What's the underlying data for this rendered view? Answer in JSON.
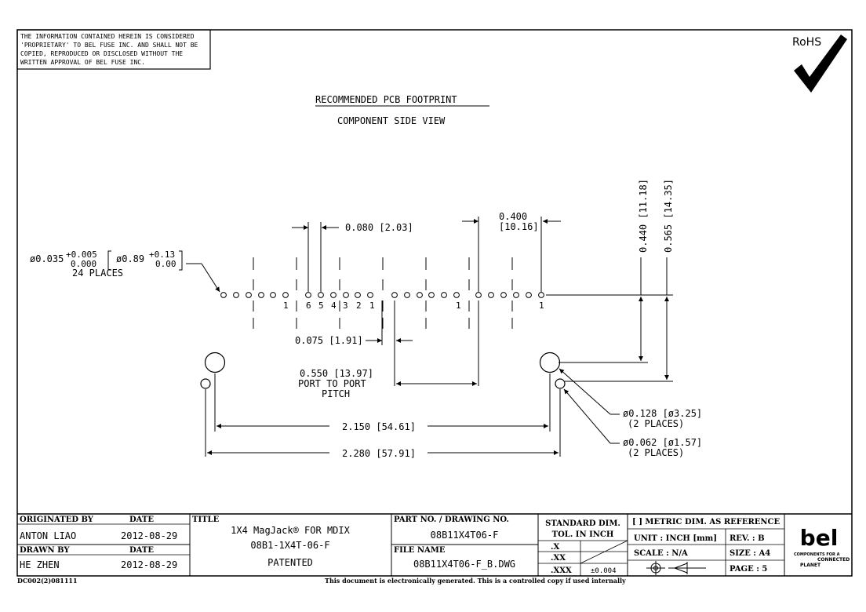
{
  "notice": {
    "lines": [
      "THE INFORMATION CONTAINED HEREIN IS CONSIDERED",
      "'PROPRIETARY' TO BEL FUSE INC. AND SHALL NOT BE",
      "COPIED, REPRODUCED OR DISCLOSED WITHOUT THE",
      "WRITTEN APPROVAL OF BEL FUSE INC."
    ]
  },
  "rohs": {
    "label": "RoHS"
  },
  "drawing": {
    "title": "RECOMMENDED PCB FOOTPRINT",
    "subtitle": "COMPONENT SIDE VIEW",
    "hole_callout": {
      "dia": "ø0.035",
      "tol_plus": "+0.005",
      "tol_minus": "0.000",
      "metric": "ø0.89",
      "metric_plus": "+0.13",
      "metric_minus": "0.00",
      "places": "24 PLACES"
    },
    "dim_080": "0.080 [2.03]",
    "dim_400_a": "0.400",
    "dim_400_b": "[10.16]",
    "dim_440": "0.440 [11.18]",
    "dim_565": "0.565 [14.35]",
    "dim_075": "0.075 [1.91]",
    "dim_550": "0.550 [13.97]",
    "pitch_a": "PORT TO PORT",
    "pitch_b": "PITCH",
    "dim_2150": "2.150 [54.61]",
    "dim_2280": "2.280 [57.91]",
    "dia_128": "ø0.128 [ø3.25]",
    "dia_128_places": "(2 PLACES)",
    "dia_062": "ø0.062 [ø1.57]",
    "dia_062_places": "(2 PLACES)",
    "pin_labels": [
      "1",
      "6",
      "5",
      "4",
      "3",
      "2",
      "1",
      "1",
      "1"
    ]
  },
  "title_block": {
    "originated_by_label": "ORIGINATED BY",
    "originated_by": "ANTON LIAO",
    "date_label": "DATE",
    "date1": "2012-08-29",
    "drawn_by_label": "DRAWN BY",
    "drawn_by": "HE ZHEN",
    "date2": "2012-08-29",
    "title_label": "TITLE",
    "title_line1": "1X4 MagJack® FOR MDIX",
    "title_line2": "08B1-1X4T-06-F",
    "title_line3": "PATENTED",
    "part_no_label": "PART NO. / DRAWING NO.",
    "part_no": "08B11X4T06-F",
    "file_name_label": "FILE NAME",
    "file_name": "08B11X4T06-F_B.DWG",
    "std_dim_label": "STANDARD DIM.",
    "tol_label": "TOL. IN INCH",
    "tol_x": ".X",
    "tol_xx": ".XX",
    "tol_xxx": ".XXX",
    "tol_xxx_value": "±0.004",
    "metric_ref": "[ ] METRIC DIM. AS REFERENCE",
    "unit": "UNIT : INCH [mm]",
    "rev": "REV. :  B",
    "scale": "SCALE :   N/A",
    "size": "SIZE :  A4",
    "page": "PAGE :  5",
    "logo": "bel",
    "logo_tag1": "COMPONENTS FOR A",
    "logo_tag2": "CONNECTED",
    "logo_tag3": "PLANET"
  },
  "footer": {
    "code": "DC002(2)081111",
    "note": "This document is electronically generated. This is a controlled copy if used internally"
  }
}
